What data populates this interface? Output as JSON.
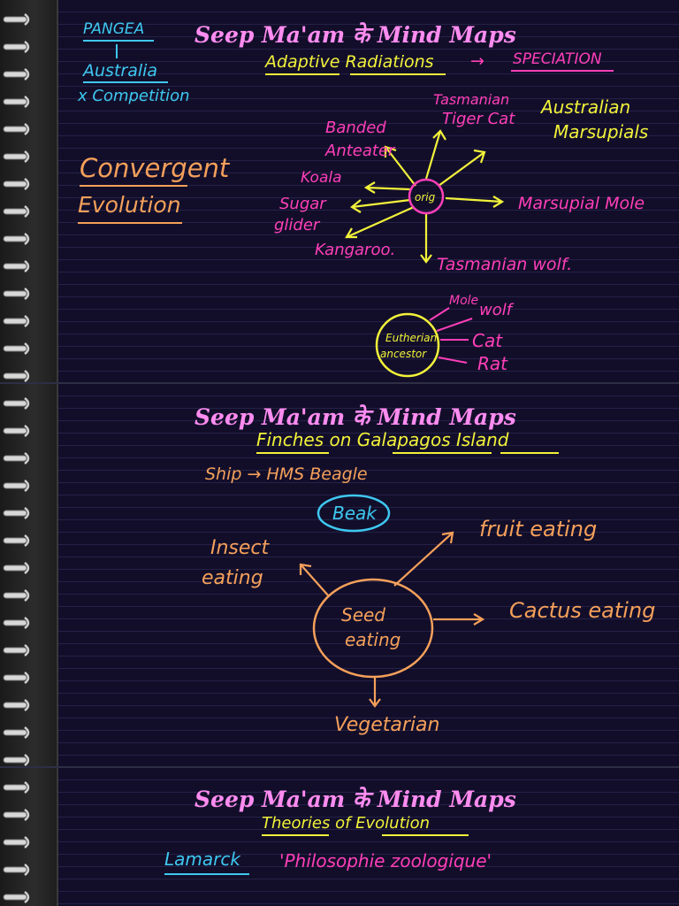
{
  "pages": [
    {
      "title": "Seep Ma'am के Mind Maps",
      "side_notes": {
        "pangea": "PANGEA",
        "australia": "Australia",
        "competition": "x Competition",
        "convergent_1": "Convergent",
        "convergent_2": "Evolution"
      },
      "heading": "Adaptive Radiations",
      "arrow": "→",
      "speciation": "SPECIATION",
      "australian_1": "Australian",
      "australian_2": "Marsupials",
      "center_node": "orig",
      "branches": {
        "banded_1": "Banded",
        "banded_2": "Anteater",
        "tiger_1": "Tasmanian",
        "tiger_2": "Tiger Cat",
        "koala": "Koala",
        "sugar_1": "Sugar",
        "sugar_2": "glider",
        "kangaroo": "Kangaroo.",
        "mole": "Marsupial Mole",
        "wolf": "Tasmanian wolf."
      },
      "ancestor_1": "Eutherian",
      "ancestor_2": "ancestor",
      "ancestor_branches": [
        "Mole",
        "wolf",
        "Cat",
        "Rat"
      ]
    },
    {
      "title": "Seep Ma'am के Mind Maps",
      "heading": "Finches on Galapagos Island",
      "ship": "Ship → HMS Beagle",
      "beak": "Beak",
      "center_1": "Seed",
      "center_2": "eating",
      "insect_1": "Insect",
      "insect_2": "eating",
      "fruit": "fruit eating",
      "cactus": "Cactus eating",
      "vegetarian": "Vegetarian"
    },
    {
      "title": "Seep Ma'am के Mind Maps",
      "heading": "Theories of Evolution",
      "lamarck": "Lamarck",
      "book": "'Philosophie zoologique'"
    }
  ],
  "colors": {
    "pink": "#ff3fb8",
    "yellow": "#f2f23a",
    "orange": "#f5a05a",
    "cyan": "#3ec8f0",
    "title": "#ff8cf0"
  }
}
